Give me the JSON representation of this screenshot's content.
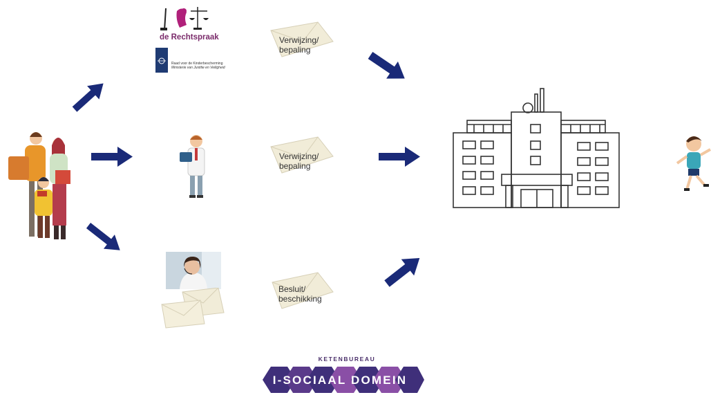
{
  "sources": {
    "rechtspraak_logo_text": "de Rechtspraak",
    "raad_logo_line1": "Raad voor de Kinderbescherming",
    "raad_logo_line2": "Ministerie van Justitie en Veiligheid"
  },
  "messages": {
    "top": {
      "line1": "Verwijzing/",
      "line2": "bepaling"
    },
    "middle": {
      "line1": "Verwijzing/",
      "line2": "bepaling"
    },
    "bottom": {
      "line1": "Besluit/",
      "line2": "beschikking"
    }
  },
  "logo": {
    "caption": "KETENBUREAU",
    "name": "I-SOCIAAL DOMEIN"
  },
  "colors": {
    "arrow": "#1a2a78",
    "envelope": "#f1ecd8",
    "logo_purple_dark": "#3f2f7a",
    "logo_purple_light": "#8a4fa6"
  },
  "icons": {
    "family": "family-illustration",
    "doctor": "doctor-illustration",
    "operator": "call-center-operator-photo",
    "institution": "institution-building-drawing",
    "child": "running-child-illustration"
  }
}
